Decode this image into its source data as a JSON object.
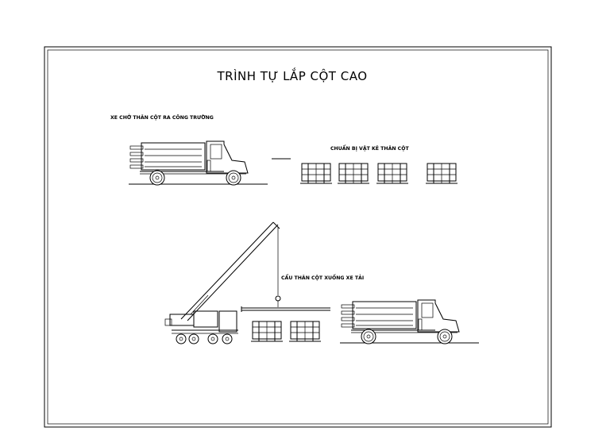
{
  "drawing": {
    "title": "TRÌNH TỰ LẮP CỘT CAO",
    "step1_label": "XE CHỞ THÂN CỘT RA CÔNG TRƯỜNG",
    "step2_label": "CHUẨN BỊ VẬT KÊ THÂN CỘT",
    "step3_label": "CẨU THÂN CỘT XUỐNG XE TẢI"
  }
}
